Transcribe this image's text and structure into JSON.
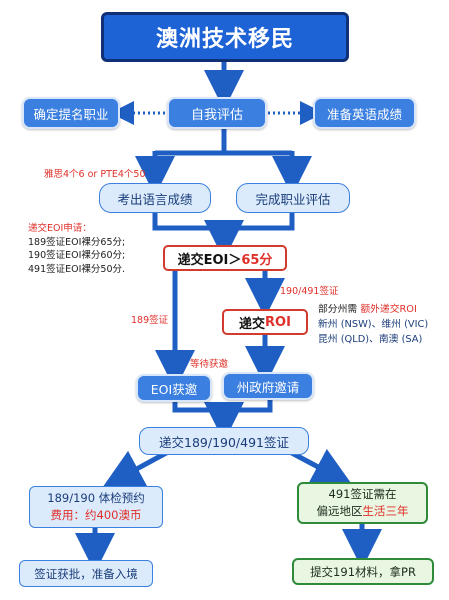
{
  "title": "澳洲技术移民",
  "nodes": {
    "nominate": "确定提名职业",
    "self_assess": "自我评估",
    "english_prep": "准备英语成绩",
    "language_score": "考出语言成绩",
    "skills_assess": "完成职业评估",
    "eoi_prefix": "递交EOI＞",
    "eoi_score": "65分",
    "roi_prefix": "递交",
    "roi_suffix": "ROI",
    "eoi_invited": "EOI获邀",
    "state_invited": "州政府邀请",
    "submit_visa": "递交189/190/491签证",
    "medical_line1": "189/190  体检预约",
    "medical_fee_label": "费用：",
    "medical_fee_value": "约400澳币",
    "remote_line1": "491签证需在",
    "remote_prefix": "偏远地区",
    "remote_highlight": "生活三年",
    "approved": "签证获批，准备入境",
    "pr": "提交191材料，拿PR"
  },
  "labels": {
    "ielts": "雅思4个6 or PTE4个50",
    "eoi_requirements": {
      "heading": "递交EOI申请：",
      "lines": [
        "189签证EOI裸分65分;",
        "190签证EOI裸分60分;",
        "491签证EOI裸分50分."
      ]
    },
    "visa_190_491": "190/491签证",
    "visa_189": "189签证",
    "waiting": "等待获邀",
    "state_note": {
      "prefix": "部分州需 ",
      "highlight": "额外递交ROI",
      "line2": "新州 (NSW)、维州 (VIC)",
      "line3": "昆州 (QLD)、南澳 (SA)"
    }
  },
  "colors": {
    "primary_blue": "#3b7fe0",
    "arrow_blue": "#1f5fc4",
    "title_bg": "#1e63d6",
    "highlight_red": "#e0302a",
    "green_border": "#2e8b3a"
  }
}
